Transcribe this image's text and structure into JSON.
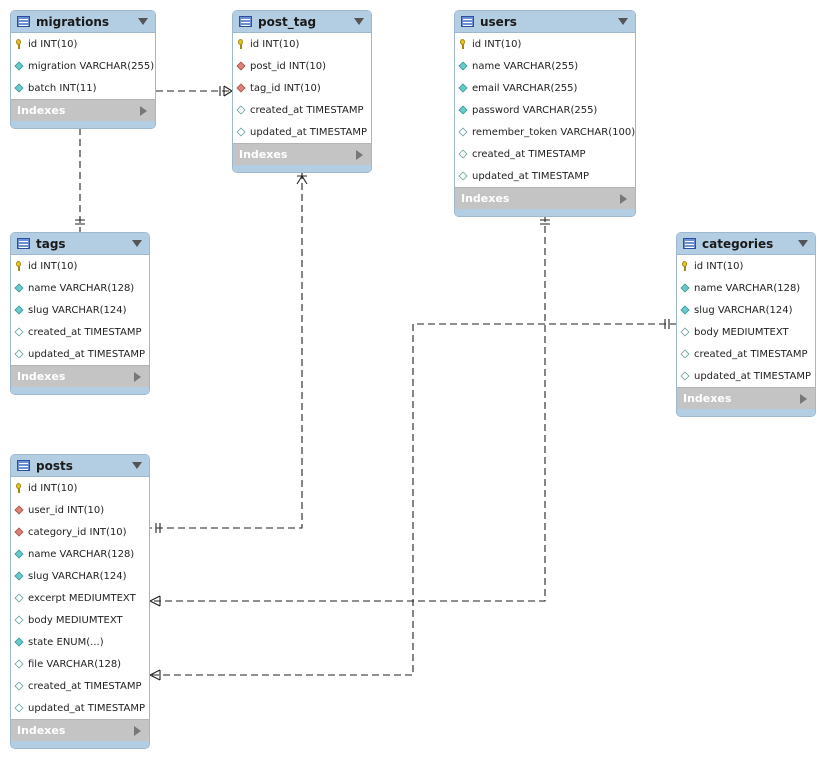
{
  "tables": [
    {
      "id": "migrations",
      "name": "migrations",
      "columns": [
        {
          "label": "id INT(10)",
          "kind": "pk"
        },
        {
          "label": "migration VARCHAR(255)",
          "kind": "nn"
        },
        {
          "label": "batch INT(11)",
          "kind": "nn"
        }
      ],
      "indexes_label": "Indexes"
    },
    {
      "id": "post_tag",
      "name": "post_tag",
      "columns": [
        {
          "label": "id INT(10)",
          "kind": "pk"
        },
        {
          "label": "post_id INT(10)",
          "kind": "fk"
        },
        {
          "label": "tag_id INT(10)",
          "kind": "fk"
        },
        {
          "label": "created_at TIMESTAMP",
          "kind": "nl"
        },
        {
          "label": "updated_at TIMESTAMP",
          "kind": "nl"
        }
      ],
      "indexes_label": "Indexes"
    },
    {
      "id": "users",
      "name": "users",
      "columns": [
        {
          "label": "id INT(10)",
          "kind": "pk"
        },
        {
          "label": "name VARCHAR(255)",
          "kind": "nn"
        },
        {
          "label": "email VARCHAR(255)",
          "kind": "nn"
        },
        {
          "label": "password VARCHAR(255)",
          "kind": "nn"
        },
        {
          "label": "remember_token VARCHAR(100)",
          "kind": "nl"
        },
        {
          "label": "created_at TIMESTAMP",
          "kind": "nl"
        },
        {
          "label": "updated_at TIMESTAMP",
          "kind": "nl"
        }
      ],
      "indexes_label": "Indexes"
    },
    {
      "id": "tags",
      "name": "tags",
      "columns": [
        {
          "label": "id INT(10)",
          "kind": "pk"
        },
        {
          "label": "name VARCHAR(128)",
          "kind": "nn"
        },
        {
          "label": "slug VARCHAR(124)",
          "kind": "nn"
        },
        {
          "label": "created_at TIMESTAMP",
          "kind": "nl"
        },
        {
          "label": "updated_at TIMESTAMP",
          "kind": "nl"
        }
      ],
      "indexes_label": "Indexes"
    },
    {
      "id": "categories",
      "name": "categories",
      "columns": [
        {
          "label": "id INT(10)",
          "kind": "pk"
        },
        {
          "label": "name VARCHAR(128)",
          "kind": "nn"
        },
        {
          "label": "slug VARCHAR(124)",
          "kind": "nn"
        },
        {
          "label": "body MEDIUMTEXT",
          "kind": "nl"
        },
        {
          "label": "created_at TIMESTAMP",
          "kind": "nl"
        },
        {
          "label": "updated_at TIMESTAMP",
          "kind": "nl"
        }
      ],
      "indexes_label": "Indexes"
    },
    {
      "id": "posts",
      "name": "posts",
      "columns": [
        {
          "label": "id INT(10)",
          "kind": "pk"
        },
        {
          "label": "user_id INT(10)",
          "kind": "fk"
        },
        {
          "label": "category_id INT(10)",
          "kind": "fk"
        },
        {
          "label": "name VARCHAR(128)",
          "kind": "nn"
        },
        {
          "label": "slug VARCHAR(124)",
          "kind": "nn"
        },
        {
          "label": "excerpt MEDIUMTEXT",
          "kind": "nl"
        },
        {
          "label": "body MEDIUMTEXT",
          "kind": "nl"
        },
        {
          "label": "state ENUM(...)",
          "kind": "nn"
        },
        {
          "label": "file VARCHAR(128)",
          "kind": "nl"
        },
        {
          "label": "created_at TIMESTAMP",
          "kind": "nl"
        },
        {
          "label": "updated_at TIMESTAMP",
          "kind": "nl"
        }
      ],
      "indexes_label": "Indexes"
    }
  ],
  "relationships": [
    {
      "from": "migrations",
      "to": "post_tag",
      "one_end": "migrations",
      "many_end": "post_tag"
    },
    {
      "from": "migrations",
      "to": "tags",
      "one_end": "tags",
      "many_end": "migrations"
    },
    {
      "from": "post_tag",
      "to": "posts",
      "one_end": "posts",
      "many_end": "post_tag"
    },
    {
      "from": "users",
      "to": "posts",
      "one_end": "users",
      "many_end": "posts"
    },
    {
      "from": "categories",
      "to": "posts",
      "one_end": "categories",
      "many_end": "posts"
    }
  ],
  "colors": {
    "header": "#b3cde3",
    "border": "#9db8cf",
    "footer": "#c4c4c4",
    "connector": "#222222"
  }
}
